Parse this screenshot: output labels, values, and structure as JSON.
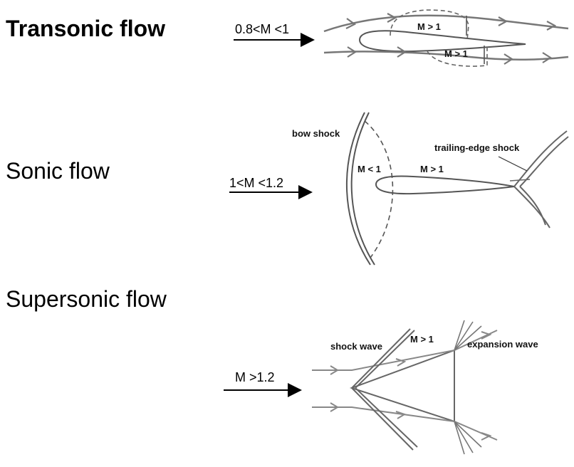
{
  "sections": [
    {
      "title": "Transonic flow",
      "condition": "0.8<M <1",
      "labels": [
        "M > 1",
        "M > 1"
      ]
    },
    {
      "title": "Sonic flow",
      "condition": "1<M <1.2",
      "labels": [
        "bow shock",
        "M < 1",
        "M > 1",
        "trailing-edge shock"
      ]
    },
    {
      "title": "Supersonic flow",
      "condition": "M >1.2",
      "labels": [
        "shock wave",
        "M > 1",
        "expansion wave"
      ]
    }
  ]
}
